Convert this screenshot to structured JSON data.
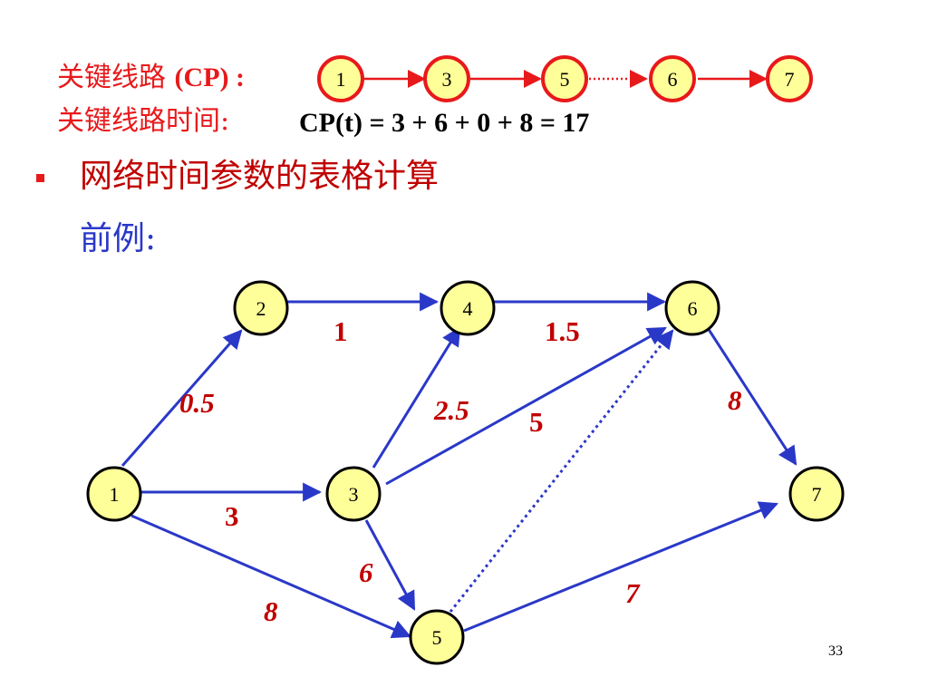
{
  "critical_path": {
    "label_cn": "关键线路",
    "label_en": "(CP) :",
    "nodes": [
      "1",
      "3",
      "5",
      "6",
      "7"
    ],
    "time_label": "关键线路时间:",
    "time_formula": "CP(t)  = 3 + 6 + 0 + 8 = 17"
  },
  "section": {
    "title": "网络时间参数的表格计算",
    "example_label": "前例:"
  },
  "network": {
    "nodes": [
      "1",
      "2",
      "3",
      "4",
      "5",
      "6",
      "7"
    ],
    "edges": [
      {
        "from": "1",
        "to": "2",
        "label": "0.5"
      },
      {
        "from": "1",
        "to": "3",
        "label": "3"
      },
      {
        "from": "1",
        "to": "5",
        "label": "8"
      },
      {
        "from": "2",
        "to": "4",
        "label": "1"
      },
      {
        "from": "3",
        "to": "4",
        "label": "2.5"
      },
      {
        "from": "3",
        "to": "6",
        "label": "5"
      },
      {
        "from": "3",
        "to": "5",
        "label": "6"
      },
      {
        "from": "4",
        "to": "6",
        "label": "1.5"
      },
      {
        "from": "5",
        "to": "6",
        "label": "",
        "style": "dotted"
      },
      {
        "from": "5",
        "to": "7",
        "label": "7"
      },
      {
        "from": "6",
        "to": "7",
        "label": "8"
      }
    ]
  },
  "colors": {
    "node_fill": "#ffff99",
    "cp_node_stroke": "#e8191b",
    "edge": "#2a38c8",
    "label": "#c00000"
  },
  "page_number": "33"
}
